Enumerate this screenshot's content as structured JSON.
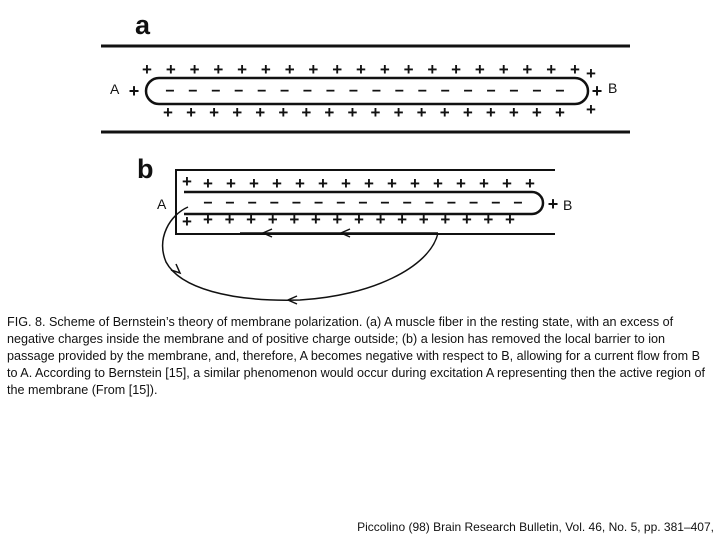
{
  "panels": {
    "a": {
      "label": "a",
      "end_left": "A",
      "end_right": "B",
      "charge_outside": "+",
      "charge_inside": "−"
    },
    "b": {
      "label": "b",
      "end_left": "A",
      "end_right": "B",
      "charge_outside": "+",
      "charge_inside": "−"
    }
  },
  "caption": "FIG. 8. Scheme of Bernstein’s theory of membrane polarization. (a) A muscle fiber in the resting state, with an excess of negative charges inside the membrane and of positive charge outside; (b) a lesion has removed the local barrier to ion passage provided by the membrane, and, therefore, A becomes negative with respect to B, allowing for a current flow from B to A. According to Bernstein [15], a similar phenomenon would occur during excitation A representing then the active region of the membrane (From [15]).",
  "citation": "Piccolino (98) Brain Research Bulletin, Vol. 46, No. 5, pp. 381–407,"
}
